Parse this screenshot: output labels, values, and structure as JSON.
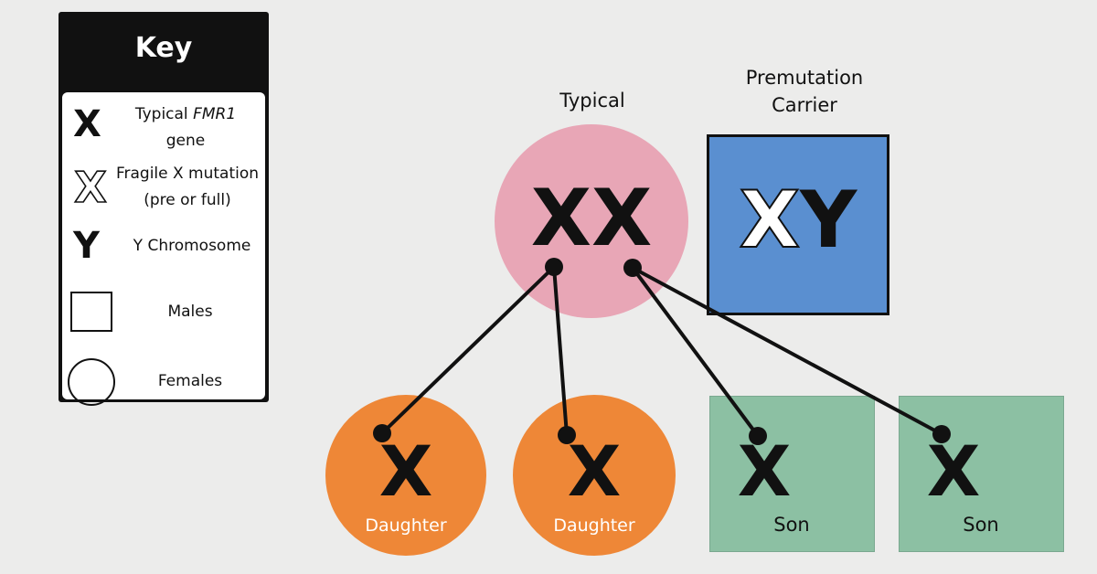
{
  "key": {
    "title": "Key",
    "items": [
      {
        "icon": "x-black-icon",
        "text_pre": "Typical ",
        "text_em": "FMR1",
        "text_post": "gene"
      },
      {
        "icon": "x-outline-icon",
        "text_line1": "Fragile X mutation",
        "text_line2": "(pre or full)"
      },
      {
        "icon": "y-black-icon",
        "text": "Y Chromosome"
      },
      {
        "icon": "square-icon",
        "text": "Males"
      },
      {
        "icon": "circle-icon",
        "text": "Females"
      }
    ]
  },
  "parents": {
    "mother": {
      "label": "Typical",
      "chromosomes": "XX",
      "shape": "circle",
      "color": "#e8a6b6"
    },
    "father": {
      "label_line1": "Premutation",
      "label_line2": "Carrier",
      "chromosome_1": "X",
      "chromosome_2": "Y",
      "shape": "square",
      "color": "#5a8fd0"
    }
  },
  "children": [
    {
      "label": "Daughter",
      "chromosome": "X",
      "shape": "circle",
      "color": "#ee8737"
    },
    {
      "label": "Daughter",
      "chromosome": "X",
      "shape": "circle",
      "color": "#ee8737"
    },
    {
      "label": "Son",
      "chromosome": "X",
      "shape": "square",
      "color": "#8cc0a3"
    },
    {
      "label": "Son",
      "chromosome": "X",
      "shape": "square",
      "color": "#8cc0a3"
    }
  ]
}
